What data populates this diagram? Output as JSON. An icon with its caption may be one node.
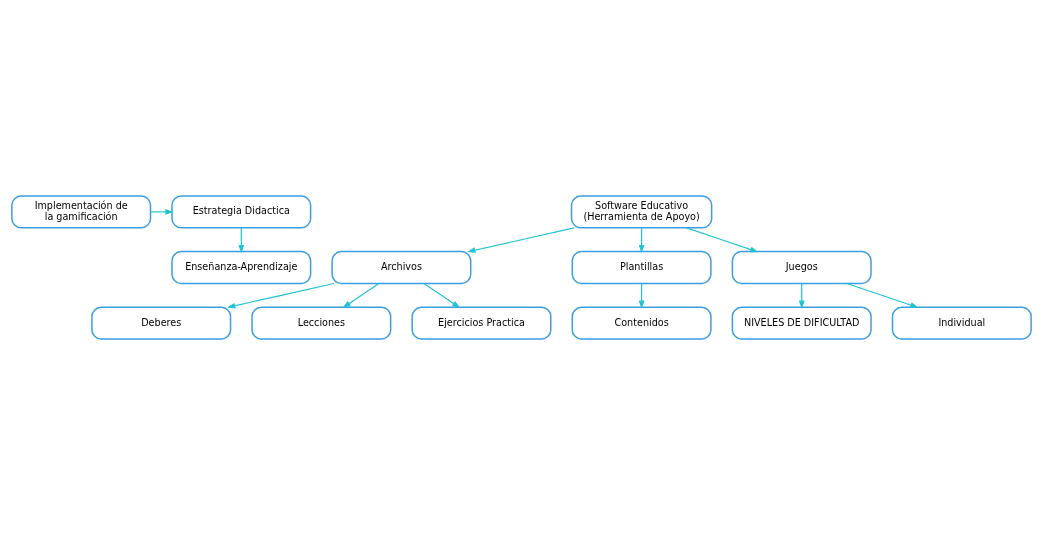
{
  "diagram": {
    "nodes": [
      {
        "text": [
          "Enseñanza-Aprendizaje"
        ]
      },
      {
        "text": [
          "Estrategia Didactica"
        ]
      },
      {
        "text": [
          "Implementación de la gamificación"
        ]
      },
      {
        "text": [
          "Software Educativo (Herramienta de Apoyo)"
        ]
      },
      {
        "text": [
          "Archivos"
        ]
      },
      {
        "text": [
          "Plantillas"
        ]
      },
      {
        "text": [
          "Juegos"
        ]
      },
      {
        "text": [
          "Deberes"
        ]
      },
      {
        "text": [
          "Contenidos"
        ]
      },
      {
        "text": [
          "NIVELES DE DIFICULTAD"
        ]
      },
      {
        "text": [
          "Lecciones"
        ]
      },
      {
        "text": [
          "Individual"
        ]
      },
      {
        "text": [
          "Ejercicios Practica"
        ]
      }
    ],
    "edges": [
      {
        "from": 2,
        "to": 1,
        "arrow": "to"
      },
      {
        "from": 1,
        "to": 0,
        "arrow": "to"
      },
      {
        "from": 3,
        "to": 4,
        "arrow": "to"
      },
      {
        "from": 3,
        "to": 5,
        "arrow": "to"
      },
      {
        "from": 3,
        "to": 6,
        "arrow": "to"
      },
      {
        "from": 5,
        "to": 8,
        "arrow": "to"
      },
      {
        "from": 4,
        "to": 7,
        "arrow": "to"
      },
      {
        "from": 4,
        "to": 10,
        "arrow": "to"
      },
      {
        "from": 4,
        "to": 12,
        "arrow": "to"
      },
      {
        "from": 6,
        "to": 9,
        "arrow": "to"
      },
      {
        "from": 6,
        "to": 11,
        "arrow": "to"
      }
    ]
  }
}
